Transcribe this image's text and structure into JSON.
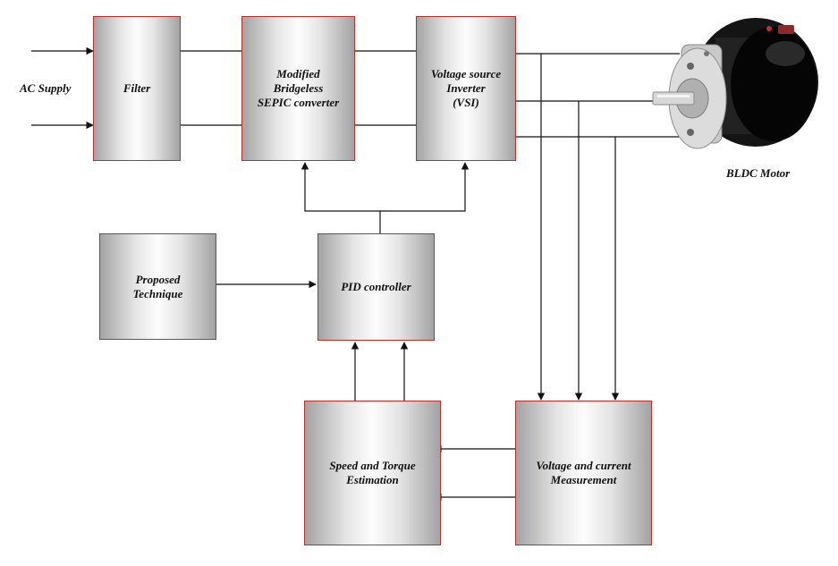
{
  "labels": {
    "ac_supply": "AC Supply",
    "bldc_motor": "BLDC Motor"
  },
  "blocks": {
    "filter": "Filter",
    "sepic": "Modified\nBridgeless\nSEPIC converter",
    "vsi": "Voltage source\nInverter\n(VSI)",
    "proposed": "Proposed\nTechnique",
    "pid": "PID controller",
    "estimation": "Speed and Torque\nEstimation",
    "measurement": "Voltage and current\nMeasurement"
  },
  "colors": {
    "block_border": "#b5312e",
    "wire": "#111111"
  }
}
